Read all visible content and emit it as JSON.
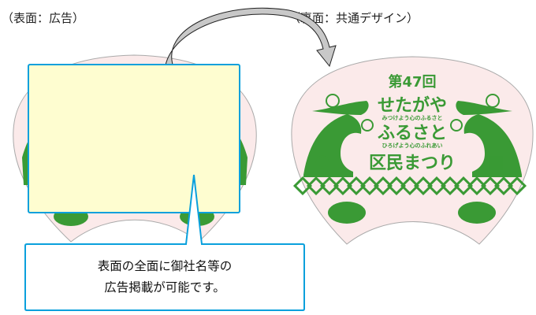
{
  "labels": {
    "front": "（表面：広告）",
    "back": "（裏面：共通デザイン）"
  },
  "callout": {
    "line1": "表面の全面に御社名等の",
    "line2": "広告掲載が可能です。"
  },
  "fan_design": {
    "edition": "第47回",
    "title_line1": "せたがや",
    "subtitle1": "みつけよう心のふるさと",
    "title_line2": "ふるさと",
    "subtitle2": "ひろげよう心のふれあい",
    "title_line3": "区民まつり"
  },
  "colors": {
    "fan_bg": "#fbeaea",
    "green": "#3a9a35",
    "ad_area": "#fefdd0",
    "accent_blue": "#0aa0dc",
    "arrow_gray": "#c8c8c8"
  }
}
